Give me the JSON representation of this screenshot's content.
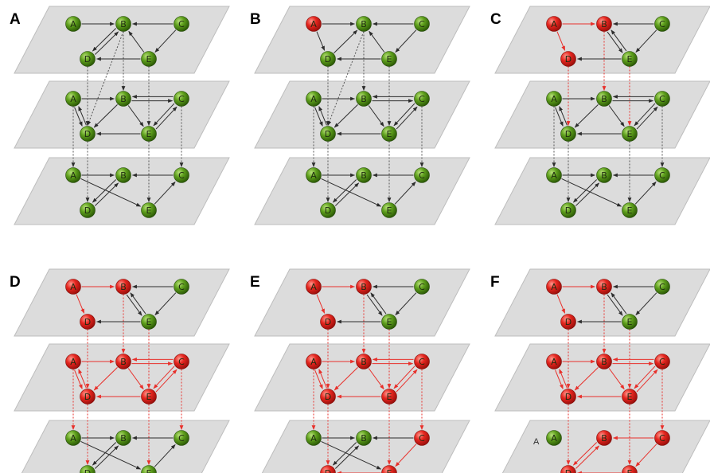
{
  "panels": [
    {
      "label": "A",
      "layers": [
        {
          "red": [],
          "edges": [
            [
              "A",
              "B"
            ],
            [
              "B",
              "D"
            ],
            [
              "C",
              "B"
            ],
            [
              "D",
              "B"
            ],
            [
              "E",
              "B"
            ],
            [
              "E",
              "D"
            ],
            [
              "C",
              "E"
            ]
          ]
        },
        {
          "red": [],
          "edges": [
            [
              "A",
              "D"
            ],
            [
              "D",
              "A"
            ],
            [
              "A",
              "B"
            ],
            [
              "B",
              "D"
            ],
            [
              "E",
              "D"
            ],
            [
              "B",
              "C"
            ],
            [
              "C",
              "B"
            ],
            [
              "E",
              "C"
            ],
            [
              "C",
              "E"
            ],
            [
              "B",
              "E"
            ]
          ]
        },
        {
          "red": [],
          "edges": [
            [
              "A",
              "B"
            ],
            [
              "A",
              "E"
            ],
            [
              "D",
              "B"
            ],
            [
              "B",
              "D"
            ],
            [
              "C",
              "B"
            ],
            [
              "E",
              "C"
            ]
          ]
        }
      ],
      "links": [
        {
          "from": [
            0,
            "B"
          ],
          "to": [
            1,
            "D"
          ],
          "red": false
        },
        {
          "from": [
            0,
            "D"
          ],
          "to": [
            1,
            "D"
          ],
          "red": false
        },
        {
          "from": [
            0,
            "B"
          ],
          "to": [
            1,
            "B"
          ],
          "red": false
        },
        {
          "from": [
            0,
            "E"
          ],
          "to": [
            1,
            "E"
          ],
          "red": false
        },
        {
          "from": [
            1,
            "D"
          ],
          "to": [
            2,
            "D"
          ],
          "red": false
        },
        {
          "from": [
            1,
            "C"
          ],
          "to": [
            2,
            "C"
          ],
          "red": false
        },
        {
          "from": [
            1,
            "E"
          ],
          "to": [
            2,
            "E"
          ],
          "red": false
        },
        {
          "from": [
            1,
            "A"
          ],
          "to": [
            2,
            "A"
          ],
          "red": false
        }
      ],
      "extra_labels": []
    },
    {
      "label": "B",
      "layers": [
        {
          "red": [
            "A"
          ],
          "edges": [
            [
              "A",
              "B"
            ],
            [
              "A",
              "D"
            ],
            [
              "C",
              "B"
            ],
            [
              "D",
              "B"
            ],
            [
              "E",
              "B"
            ],
            [
              "E",
              "D"
            ],
            [
              "C",
              "E"
            ]
          ]
        },
        {
          "red": [],
          "edges": [
            [
              "A",
              "D"
            ],
            [
              "D",
              "A"
            ],
            [
              "A",
              "B"
            ],
            [
              "B",
              "D"
            ],
            [
              "E",
              "D"
            ],
            [
              "B",
              "C"
            ],
            [
              "C",
              "B"
            ],
            [
              "E",
              "C"
            ],
            [
              "C",
              "E"
            ],
            [
              "B",
              "E"
            ]
          ]
        },
        {
          "red": [],
          "edges": [
            [
              "A",
              "B"
            ],
            [
              "A",
              "E"
            ],
            [
              "D",
              "B"
            ],
            [
              "B",
              "D"
            ],
            [
              "C",
              "B"
            ],
            [
              "E",
              "C"
            ]
          ]
        }
      ],
      "links": [
        {
          "from": [
            0,
            "B"
          ],
          "to": [
            1,
            "D"
          ],
          "red": false
        },
        {
          "from": [
            0,
            "D"
          ],
          "to": [
            1,
            "D"
          ],
          "red": false
        },
        {
          "from": [
            0,
            "B"
          ],
          "to": [
            1,
            "B"
          ],
          "red": false
        },
        {
          "from": [
            0,
            "E"
          ],
          "to": [
            1,
            "E"
          ],
          "red": false
        },
        {
          "from": [
            1,
            "D"
          ],
          "to": [
            2,
            "D"
          ],
          "red": false
        },
        {
          "from": [
            1,
            "C"
          ],
          "to": [
            2,
            "C"
          ],
          "red": false
        },
        {
          "from": [
            1,
            "E"
          ],
          "to": [
            2,
            "E"
          ],
          "red": false
        },
        {
          "from": [
            1,
            "A"
          ],
          "to": [
            2,
            "A"
          ],
          "red": false
        }
      ],
      "extra_labels": []
    },
    {
      "label": "C",
      "layers": [
        {
          "red": [
            "A",
            "B",
            "D"
          ],
          "edges": [
            [
              "A",
              "B"
            ],
            [
              "A",
              "D"
            ],
            [
              "B",
              "E"
            ],
            [
              "E",
              "B"
            ],
            [
              "C",
              "B"
            ],
            [
              "C",
              "E"
            ],
            [
              "E",
              "D"
            ]
          ]
        },
        {
          "red": [],
          "edges": [
            [
              "A",
              "D"
            ],
            [
              "D",
              "A"
            ],
            [
              "A",
              "B"
            ],
            [
              "B",
              "D"
            ],
            [
              "E",
              "D"
            ],
            [
              "B",
              "C"
            ],
            [
              "C",
              "B"
            ],
            [
              "E",
              "C"
            ],
            [
              "C",
              "E"
            ],
            [
              "B",
              "E"
            ]
          ]
        },
        {
          "red": [],
          "edges": [
            [
              "A",
              "B"
            ],
            [
              "A",
              "E"
            ],
            [
              "D",
              "B"
            ],
            [
              "B",
              "D"
            ],
            [
              "C",
              "B"
            ],
            [
              "E",
              "C"
            ]
          ]
        }
      ],
      "links": [
        {
          "from": [
            0,
            "D"
          ],
          "to": [
            1,
            "D"
          ],
          "red": true
        },
        {
          "from": [
            0,
            "B"
          ],
          "to": [
            1,
            "B"
          ],
          "red": true
        },
        {
          "from": [
            0,
            "E"
          ],
          "to": [
            1,
            "E"
          ],
          "red": true
        },
        {
          "from": [
            1,
            "D"
          ],
          "to": [
            2,
            "D"
          ],
          "red": false
        },
        {
          "from": [
            1,
            "C"
          ],
          "to": [
            2,
            "C"
          ],
          "red": false
        },
        {
          "from": [
            1,
            "E"
          ],
          "to": [
            2,
            "E"
          ],
          "red": false
        },
        {
          "from": [
            1,
            "A"
          ],
          "to": [
            2,
            "A"
          ],
          "red": false
        }
      ],
      "extra_labels": []
    },
    {
      "label": "D",
      "layers": [
        {
          "red": [
            "A",
            "B",
            "D"
          ],
          "edges": [
            [
              "A",
              "B"
            ],
            [
              "A",
              "D"
            ],
            [
              "B",
              "E"
            ],
            [
              "E",
              "B"
            ],
            [
              "C",
              "B"
            ],
            [
              "C",
              "E"
            ],
            [
              "E",
              "D"
            ]
          ]
        },
        {
          "red": [
            "A",
            "B",
            "C",
            "D",
            "E"
          ],
          "edges": [
            [
              "A",
              "D"
            ],
            [
              "D",
              "A"
            ],
            [
              "A",
              "B"
            ],
            [
              "B",
              "D"
            ],
            [
              "E",
              "D"
            ],
            [
              "B",
              "C"
            ],
            [
              "C",
              "B"
            ],
            [
              "E",
              "C"
            ],
            [
              "C",
              "E"
            ],
            [
              "B",
              "E"
            ]
          ]
        },
        {
          "red": [],
          "edges": [
            [
              "A",
              "B"
            ],
            [
              "A",
              "E"
            ],
            [
              "D",
              "B"
            ],
            [
              "B",
              "D"
            ],
            [
              "C",
              "B"
            ],
            [
              "E",
              "C"
            ]
          ]
        }
      ],
      "links": [
        {
          "from": [
            0,
            "D"
          ],
          "to": [
            1,
            "D"
          ],
          "red": true
        },
        {
          "from": [
            0,
            "B"
          ],
          "to": [
            1,
            "B"
          ],
          "red": true
        },
        {
          "from": [
            0,
            "E"
          ],
          "to": [
            1,
            "E"
          ],
          "red": true
        },
        {
          "from": [
            1,
            "D"
          ],
          "to": [
            2,
            "D"
          ],
          "red": true
        },
        {
          "from": [
            1,
            "C"
          ],
          "to": [
            2,
            "C"
          ],
          "red": true
        },
        {
          "from": [
            1,
            "E"
          ],
          "to": [
            2,
            "E"
          ],
          "red": true
        },
        {
          "from": [
            1,
            "A"
          ],
          "to": [
            2,
            "A"
          ],
          "red": true
        }
      ],
      "extra_labels": []
    },
    {
      "label": "E",
      "layers": [
        {
          "red": [
            "A",
            "B",
            "D"
          ],
          "edges": [
            [
              "A",
              "B"
            ],
            [
              "A",
              "D"
            ],
            [
              "B",
              "E"
            ],
            [
              "E",
              "B"
            ],
            [
              "C",
              "B"
            ],
            [
              "C",
              "E"
            ],
            [
              "E",
              "D"
            ]
          ]
        },
        {
          "red": [
            "A",
            "B",
            "C",
            "D",
            "E"
          ],
          "edges": [
            [
              "A",
              "D"
            ],
            [
              "D",
              "A"
            ],
            [
              "A",
              "B"
            ],
            [
              "B",
              "D"
            ],
            [
              "E",
              "D"
            ],
            [
              "B",
              "C"
            ],
            [
              "C",
              "B"
            ],
            [
              "E",
              "C"
            ],
            [
              "C",
              "E"
            ],
            [
              "B",
              "E"
            ]
          ]
        },
        {
          "red": [
            "C",
            "D",
            "E"
          ],
          "edges": [
            [
              "A",
              "B"
            ],
            [
              "A",
              "E"
            ],
            [
              "D",
              "B"
            ],
            [
              "B",
              "D"
            ],
            [
              "C",
              "B"
            ],
            [
              "C",
              "E"
            ],
            [
              "E",
              "D"
            ]
          ]
        }
      ],
      "links": [
        {
          "from": [
            0,
            "D"
          ],
          "to": [
            1,
            "D"
          ],
          "red": true
        },
        {
          "from": [
            0,
            "B"
          ],
          "to": [
            1,
            "B"
          ],
          "red": true
        },
        {
          "from": [
            0,
            "E"
          ],
          "to": [
            1,
            "E"
          ],
          "red": true
        },
        {
          "from": [
            1,
            "D"
          ],
          "to": [
            2,
            "D"
          ],
          "red": true
        },
        {
          "from": [
            1,
            "C"
          ],
          "to": [
            2,
            "C"
          ],
          "red": true
        },
        {
          "from": [
            1,
            "E"
          ],
          "to": [
            2,
            "E"
          ],
          "red": true
        },
        {
          "from": [
            1,
            "A"
          ],
          "to": [
            2,
            "A"
          ],
          "red": true
        }
      ],
      "extra_labels": []
    },
    {
      "label": "F",
      "layers": [
        {
          "red": [
            "A",
            "B",
            "D"
          ],
          "edges": [
            [
              "A",
              "B"
            ],
            [
              "A",
              "D"
            ],
            [
              "B",
              "E"
            ],
            [
              "E",
              "B"
            ],
            [
              "C",
              "B"
            ],
            [
              "C",
              "E"
            ],
            [
              "E",
              "D"
            ]
          ]
        },
        {
          "red": [
            "A",
            "B",
            "C",
            "D",
            "E"
          ],
          "edges": [
            [
              "A",
              "D"
            ],
            [
              "D",
              "A"
            ],
            [
              "A",
              "B"
            ],
            [
              "B",
              "D"
            ],
            [
              "E",
              "D"
            ],
            [
              "B",
              "C"
            ],
            [
              "C",
              "B"
            ],
            [
              "E",
              "C"
            ],
            [
              "C",
              "E"
            ],
            [
              "B",
              "E"
            ]
          ]
        },
        {
          "red": [
            "B",
            "C",
            "D",
            "E"
          ],
          "edges": [
            [
              "D",
              "B"
            ],
            [
              "B",
              "D"
            ],
            [
              "C",
              "B"
            ],
            [
              "C",
              "E"
            ],
            [
              "E",
              "D"
            ]
          ]
        }
      ],
      "links": [
        {
          "from": [
            0,
            "D"
          ],
          "to": [
            1,
            "D"
          ],
          "red": true
        },
        {
          "from": [
            0,
            "B"
          ],
          "to": [
            1,
            "B"
          ],
          "red": true
        },
        {
          "from": [
            0,
            "E"
          ],
          "to": [
            1,
            "E"
          ],
          "red": true
        },
        {
          "from": [
            1,
            "D"
          ],
          "to": [
            2,
            "D"
          ],
          "red": true
        },
        {
          "from": [
            1,
            "C"
          ],
          "to": [
            2,
            "C"
          ],
          "red": true
        },
        {
          "from": [
            1,
            "E"
          ],
          "to": [
            2,
            "E"
          ],
          "red": true
        }
      ],
      "extra_labels": [
        {
          "layer": 2,
          "node": "A",
          "text": "A"
        }
      ]
    }
  ],
  "colors": {
    "plane": "#dcdcdc",
    "plane_border": "#bdbdbd",
    "green_node": "#4f8f12",
    "red_node": "#e2231e",
    "edge_black": "#2d2d2d",
    "edge_red": "#e8302b",
    "link_black": "#555555"
  }
}
